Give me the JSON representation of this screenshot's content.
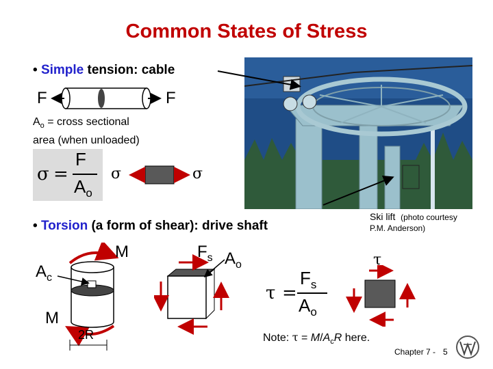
{
  "title": "Common States of Stress",
  "bullets": {
    "b1_prefix": "Simple",
    "b1_rest": " tension:  cable",
    "b2_prefix": "Torsion",
    "b2_rest": " (a form of shear):  drive shaft"
  },
  "tension": {
    "force_left": "F",
    "force_right": "F",
    "area_symbol": "A",
    "area_subscript": "o",
    "area_text_line1": " = cross sectional",
    "area_text_line2": "area (when unloaded)",
    "eq_lhs": "σ",
    "eq_equals": "=",
    "eq_num": "F",
    "eq_den": "A",
    "eq_den_sub": "o",
    "sigma_left": "σ",
    "sigma_right": "σ"
  },
  "photo": {
    "caption": "Ski lift",
    "credit_line1": "(photo courtesy",
    "credit_line2": "P.M. Anderson)"
  },
  "torsion": {
    "moment_top": "M",
    "moment_bottom": "M",
    "area": "A",
    "area_sub": "c",
    "radius": "2R",
    "fs": "F",
    "fs_sub": "s",
    "ao": "A",
    "ao_sub": "o",
    "tau_top": "τ",
    "eq_lhs": "τ",
    "eq_equals": "=",
    "eq_num": "F",
    "eq_num_sub": "s",
    "eq_den": "A",
    "eq_den_sub": "o",
    "note_prefix": "Note:  ",
    "note_tau": "τ",
    "note_eq": " = ",
    "note_m": "M",
    "note_slash": "/",
    "note_a": "A",
    "note_a_sub": "c",
    "note_r": "R",
    "note_suffix": " here."
  },
  "footer": {
    "chapter": "Chapter 7 -",
    "page": "5"
  },
  "colors": {
    "title": "#c00000",
    "blue_text": "#2222cc",
    "arrow_red": "#c00000",
    "block_gray": "#595959",
    "eq_box": "#dcdcdc"
  }
}
